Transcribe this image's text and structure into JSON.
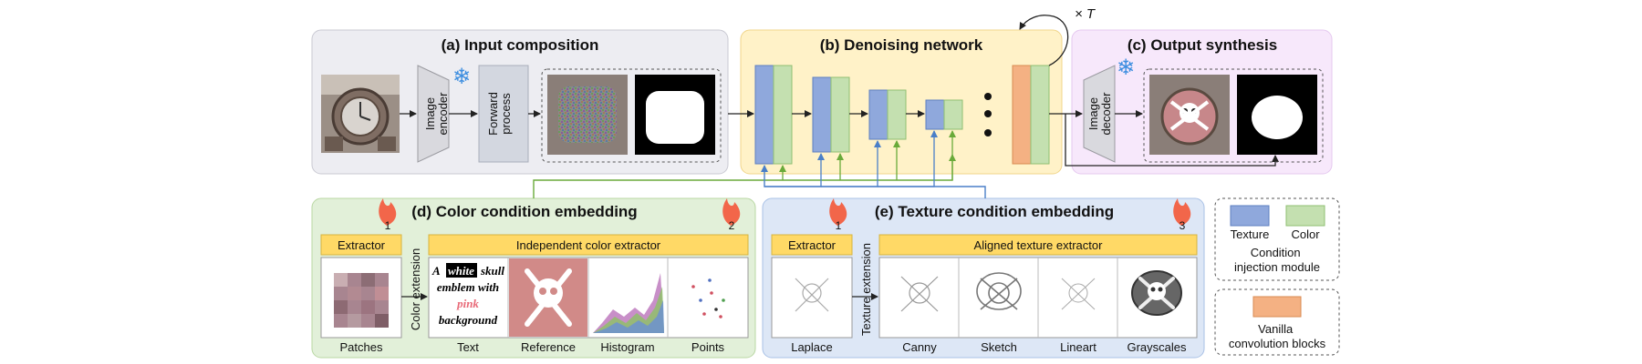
{
  "panels": {
    "input": {
      "title": "(a) Input composition"
    },
    "denoise": {
      "title": "(b) Denoising network"
    },
    "output": {
      "title": "(c) Output synthesis"
    },
    "color": {
      "title": "(d) Color condition embedding"
    },
    "texture": {
      "title": "(e) Texture condition embedding"
    }
  },
  "loop_label": "× T",
  "blocks": {
    "image_encoder": "Image encoder",
    "forward_process": "Forward process",
    "image_decoder": "Image decoder"
  },
  "color_section": {
    "extractor_label": "Extractor",
    "patches_label": "Patches",
    "extension_label": "Color extension",
    "independent_label": "Independent color extractor",
    "badge_1": "1",
    "badge_2": "2",
    "text_sample": {
      "w1": "A",
      "w2": "white",
      "w3": "skull",
      "line2": "emblem with",
      "line3": "pink",
      "line4": "background"
    },
    "items": [
      "Text",
      "Reference",
      "Histogram",
      "Points"
    ]
  },
  "texture_section": {
    "extractor_label": "Extractor",
    "laplace_label": "Laplace",
    "extension_label": "Texture extension",
    "aligned_label": "Aligned texture extractor",
    "badge_1": "1",
    "badge_3": "3",
    "items": [
      "Canny",
      "Sketch",
      "Lineart",
      "Grayscales"
    ]
  },
  "legend": {
    "texture": "Texture",
    "color": "Color",
    "injection": "Condition injection module",
    "vanilla": "Vanilla convolution blocks"
  },
  "colors": {
    "texture_blue": "#8fa8dc",
    "color_green": "#c4e0b0",
    "vanilla_orange": "#f4b183",
    "panel_yellow": "#fff2c8",
    "panel_gray": "#ededf2",
    "panel_purple": "#f7e8fb",
    "panel_green": "#e2f0d9",
    "panel_blue": "#dde7f6",
    "header_yellow": "#ffd966"
  }
}
